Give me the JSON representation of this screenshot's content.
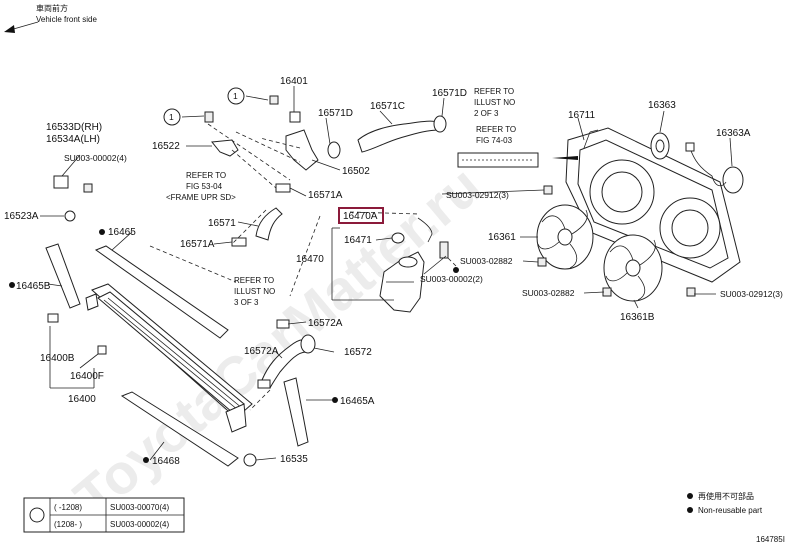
{
  "header": {
    "front_text": "Vehicle front side",
    "front_text_jp": "車両前方"
  },
  "watermark": "ToyotaCarMatter.ru",
  "figure_number": "164785I",
  "labels": {
    "p16401": "16401",
    "p16571D_top": "16571D",
    "p16571D_mid": "16571D",
    "p16571C": "16571C",
    "p16711": "16711",
    "p16363": "16363",
    "p16363A": "16363A",
    "p16533D": "16533D(RH)",
    "p16534A": "16534A(LH)",
    "su_00002_4": "SU003-00002(4)",
    "p16522": "16522",
    "refer_53_04_a": "REFER TO",
    "refer_53_04_b": "FIG 53-04",
    "refer_53_04_c": "<FRAME UPR SD>",
    "p16502": "16502",
    "p16571A_top": "16571A",
    "p16523A": "16523A",
    "p16465": "16465",
    "p16571": "16571",
    "p16470A": "16470A",
    "p16471": "16471",
    "p16571A_bot": "16571A",
    "p16470": "16470",
    "su_00002_2": "SU003-00002(2)",
    "refer_illust_no_top_a": "REFER TO",
    "refer_illust_no_top_b": "ILLUST NO",
    "refer_illust_no_top_c": "2 OF 3",
    "refer_74_03_a": "REFER TO",
    "refer_74_03_b": "FIG 74-03",
    "su_02912_3_a": "SU003-02912(3)",
    "p16361": "16361",
    "su_02882_a": "SU003-02882",
    "su_02882_b": "SU003-02882",
    "su_02912_3_b": "SU003-02912(3)",
    "p16361B": "16361B",
    "p16465B": "16465B",
    "refer_illust_no_bot_a": "REFER TO",
    "refer_illust_no_bot_b": "ILLUST NO",
    "refer_illust_no_bot_c": "3 OF 3",
    "p16572A_top": "16572A",
    "p16400B": "16400B",
    "p16400F": "16400F",
    "p16400": "16400",
    "p16572A_bot": "16572A",
    "p16572": "16572",
    "p16465A": "16465A",
    "p16468": "16468",
    "p16535": "16535",
    "callout_1": "1",
    "callout_1b": "1"
  },
  "legend": {
    "row1_range": "(  -1208)",
    "row1_part": "SU003-00070(4)",
    "row2_range": "(1208-   )",
    "row2_part": "SU003-00002(4)"
  },
  "notes": {
    "non_reusable_jp": "再使用不可部品",
    "non_reusable_en": "Non-reusable part"
  }
}
